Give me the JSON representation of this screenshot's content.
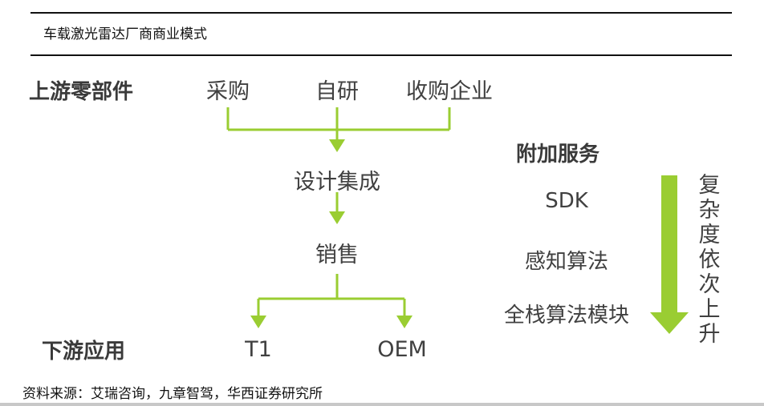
{
  "header": {
    "title": "车载激光雷达厂商商业模式"
  },
  "diagram": {
    "upstream_label": "上游零部件",
    "downstream_label": "下游应用",
    "upstream_nodes": [
      "采购",
      "自研",
      "收购企业"
    ],
    "design": "设计集成",
    "sales": "销售",
    "downstream_nodes": [
      "T1",
      "OEM"
    ],
    "services": {
      "title": "附加服务",
      "items": [
        "SDK",
        "感知算法",
        "全栈算法模块"
      ],
      "arrow_text": "复杂度依次上升"
    },
    "colors": {
      "accent": "#9acd32",
      "text": "#404040"
    }
  },
  "footer": {
    "source": "资料来源：艾瑞咨询，九章智驾，华西证券研究所"
  }
}
